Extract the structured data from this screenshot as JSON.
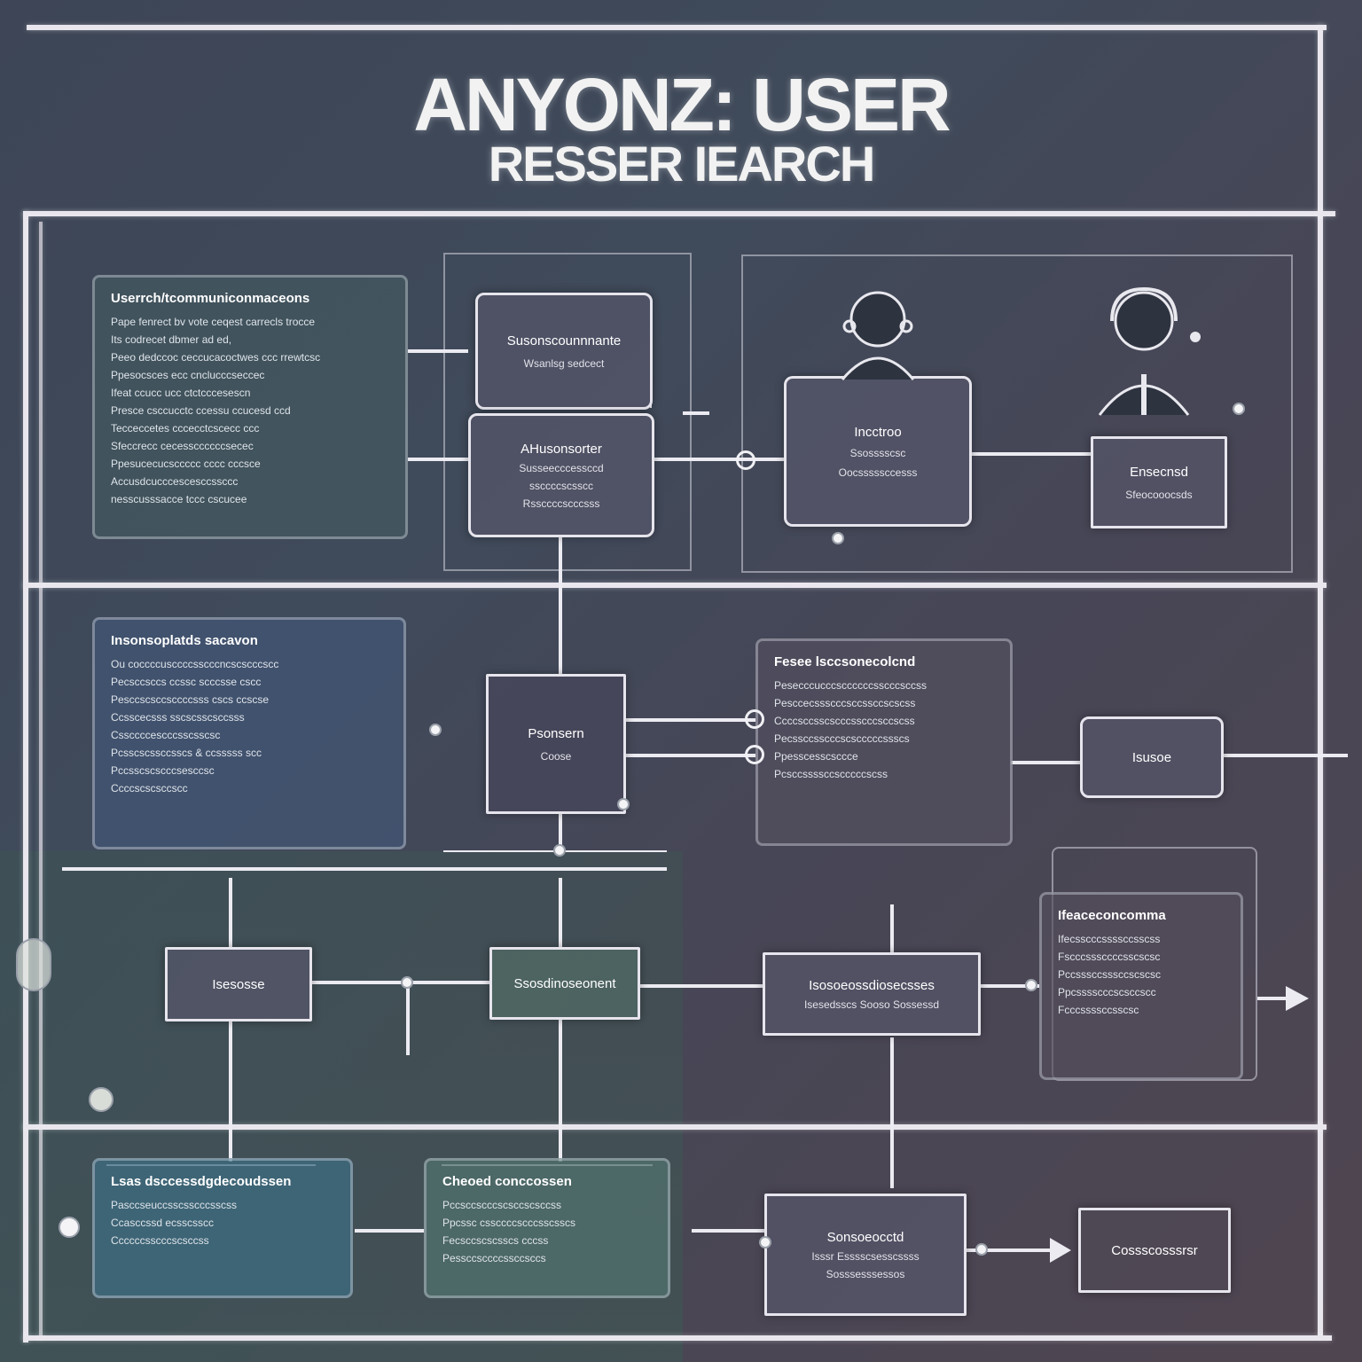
{
  "title": {
    "line1": "ANYONZ: USER",
    "line2": "RESSER IEARCH"
  },
  "cards": {
    "top_left": {
      "heading": "Userrch/tcommuniconmaceons",
      "lines": [
        "Pape fenrect bv vote ceqest carrecls trocce",
        "Its codrecet dbmer ad ed,",
        "Peeo dedccoc ceccucacoctwes ccc rrewtcsc",
        "Ppesocsces ecc cnclucccseccec",
        "Ifeat ccucc ucc ctctcccesescn",
        "Presce csccucctc ccessu ccucesd ccd",
        "Tecceccetes cccecctcscecc ccc",
        "Sfeccrecc cecessccccccsecec",
        "Ppesucecucsccccc cccc cccsce",
        "Accusdcucccescesccssccc",
        "nesscusssacce tccc cscucee"
      ]
    },
    "mid_left": {
      "heading": "Insonsoplatds sacavon",
      "lines": [
        "Ou coccccusccccsscccncscscccscc",
        "Pecsccsccs ccssc scccsse cscc",
        "Pesccscsccsccccsss cscs ccscse",
        "Ccsscecsss sscscsscsccsss",
        "Cssccccescccsscsscsc",
        "Pcsscscssccsscs & ccsssss scc",
        "Pccsscscscccsesccsc",
        "Ccccscscsccscc"
      ]
    },
    "mid_right": {
      "heading": "Fesee lsccsonecolcnd",
      "lines": [
        "Pesecccucccsccccccsscccsccss",
        "Pesccecssscccsccssccscscss",
        "Ccccsccsscscccsscccsccscss",
        "Pecssccsscccscscccccssscs",
        "Ppesscesscsccce",
        "Pcsccssssccscccccscss"
      ]
    },
    "bottom_right": {
      "heading": "Ifeaceconcomma",
      "lines": [
        "Ifecsscccssssccsscss",
        "Fscccsssccccsscscsc",
        "Pccsssccsssccscscsc",
        "Ppcsssscccscsccscc",
        "Fcccssssccsscsc"
      ]
    },
    "bottom_blue": {
      "heading": "Lsas dsccessdgdecoudssen",
      "lines": [
        "Pasccseuccsscsscccsscss",
        "",
        "Ccasccssd ecsscsscc",
        "Ccccccsscccscsccss"
      ]
    },
    "bottom_green": {
      "heading": "Cheoed conccossen",
      "lines": [
        "Pccsccscccscsccscsccss",
        "Ppcssc cssccccscccsscsscs",
        "Fecsccscscsscs cccss",
        "Pessccsccccssccsccs"
      ]
    }
  },
  "nodes": {
    "n_top1": {
      "label": "Susonscounnnante",
      "sub": "Wsanlsg sedcect"
    },
    "n_top2": {
      "label": "AHusonsorter",
      "sub": "Susseecccessccd",
      "sub2": "ssccccscsscc",
      "sub3": "Rssccccscccsss"
    },
    "n_center": {
      "label": "Incctroo",
      "sub": "Ssosssscsc",
      "sub2": "Oocsssssccesss"
    },
    "n_right1": {
      "label": "Ensecnsd",
      "sub": "Sfeocooocsds"
    },
    "n_mid": {
      "label": "Psonsern",
      "sub": "Coose"
    },
    "n_mid_right": {
      "label": "Isusoe"
    },
    "n_bl1": {
      "label": "Isesosse"
    },
    "n_bl2": {
      "label": "Ssosdinoseonent"
    },
    "n_bc": {
      "label": "Isosoeossdiosecsses",
      "sub": "Isesedsscs Sooso Sossessd"
    },
    "n_br1": {
      "label": "Sonsoeocctd",
      "sub": "Isssr Esssscsesscssss",
      "sub2": "Sosssesssessos"
    },
    "n_br2": {
      "label": "Cossscosssrsr"
    }
  },
  "icons": [
    "person-silhouette-icon",
    "headset-person-icon",
    "arrow-right-icon"
  ],
  "colors": {
    "frame": "#e9e6ee",
    "card_teal": "#46605f",
    "card_blue": "#3f5a78",
    "node": "#555569"
  }
}
